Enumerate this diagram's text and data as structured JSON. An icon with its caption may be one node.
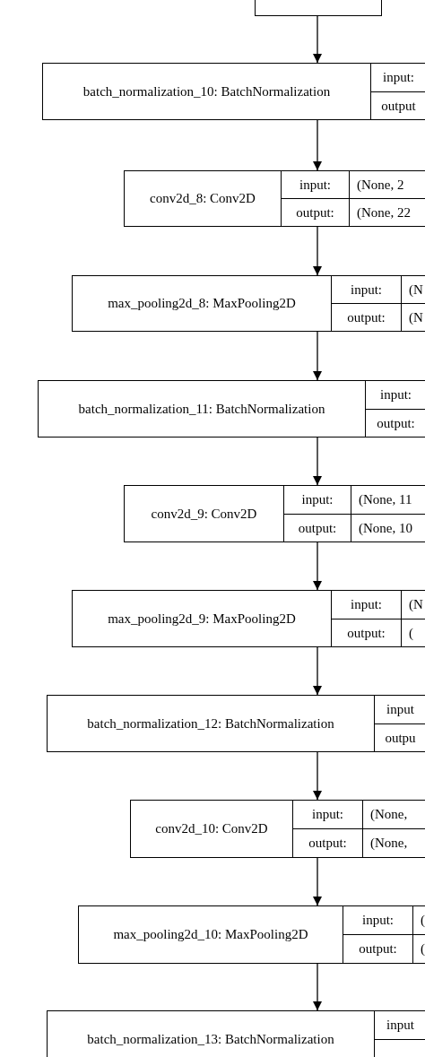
{
  "diagram": {
    "nodes": [
      {
        "text": [],
        "shape": "box"
      },
      {
        "text": [
          "batch_normalization_10: BatchNormalization",
          "input:",
          "output"
        ]
      },
      {
        "text": [
          "conv2d_8: Conv2D",
          "input:",
          "output:",
          "(None, 2",
          "(None, 22"
        ]
      },
      {
        "text": [
          "max_pooling2d_8: MaxPooling2D",
          "input:",
          "output:",
          "(N",
          "(N"
        ]
      },
      {
        "text": [
          "batch_normalization_11: BatchNormalization",
          "input:",
          "output:"
        ]
      },
      {
        "text": [
          "conv2d_9: Conv2D",
          "input:",
          "output:",
          "(None, 11",
          "(None, 10"
        ]
      },
      {
        "text": [
          "max_pooling2d_9: MaxPooling2D",
          "input:",
          "output:",
          "(N",
          "("
        ]
      },
      {
        "text": [
          "batch_normalization_12: BatchNormalization",
          "input",
          "outpu"
        ]
      },
      {
        "text": [
          "conv2d_10: Conv2D",
          "input:",
          "output:",
          "(None,",
          "(None,"
        ]
      },
      {
        "text": [
          "max_pooling2d_10: MaxPooling2D",
          "input:",
          "output:",
          "(",
          "("
        ]
      },
      {
        "text": [
          "batch_normalization_13: BatchNormalization",
          "input"
        ]
      }
    ],
    "edges": [
      {
        "from": 0,
        "to": 1,
        "arrow": "to"
      },
      {
        "from": 1,
        "to": 2,
        "arrow": "to"
      },
      {
        "from": 2,
        "to": 3,
        "arrow": "to"
      },
      {
        "from": 3,
        "to": 4,
        "arrow": "to"
      },
      {
        "from": 4,
        "to": 5,
        "arrow": "to"
      },
      {
        "from": 5,
        "to": 6,
        "arrow": "to"
      },
      {
        "from": 6,
        "to": 7,
        "arrow": "to"
      },
      {
        "from": 7,
        "to": 8,
        "arrow": "to"
      },
      {
        "from": 8,
        "to": 9,
        "arrow": "to"
      },
      {
        "from": 9,
        "to": 10,
        "arrow": "to"
      }
    ]
  }
}
